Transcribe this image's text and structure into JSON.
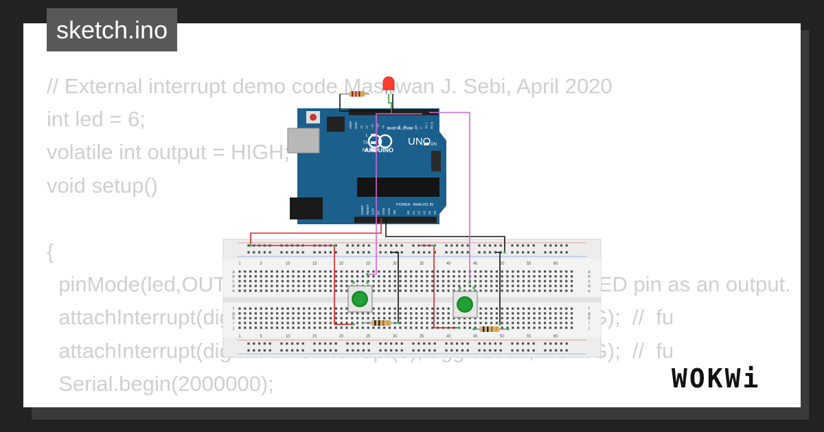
{
  "tab": {
    "title": "sketch.ino"
  },
  "code_lines": [
    "// External interrupt demo code Mashwan J. Sebi, April 2020",
    "int led = 6;",
    "volatile int output = HIGH;",
    "void setup()",
    "",
    "{",
    "  pinMode(led,OUTPUT);                                   // Declare LED pin as an output.",
    "  attachInterrupt(digitalPinToInterrupt(2),toggleLed1,RISING);  //  fu",
    "  attachInterrupt(digitalPinToInterrupt(3),toggleLed2,RISING);  //  fu",
    "  Serial.begin(2000000);",
    "}"
  ],
  "arduino": {
    "brand": "ARDUINO",
    "model": "UNO",
    "digital_label": "DIGITAL (PWM ~)",
    "power_label": "POWER",
    "analog_label": "ANALOG IN",
    "on_label": "ON",
    "led_labels": [
      "L",
      "TX",
      "RX"
    ],
    "top_pin_labels": [
      "AREF",
      "GND",
      "13",
      "12",
      "~11",
      "~10",
      "~9",
      "8",
      "7",
      "~6",
      "~5",
      "4",
      "~3",
      "2",
      "TX 1",
      "RX 0"
    ],
    "power_pin_labels": [
      "IOREF",
      "RESET",
      "3.3V",
      "5V",
      "GND",
      "GND",
      "Vin"
    ],
    "analog_pin_labels": [
      "A0",
      "A1",
      "A2",
      "A3",
      "A4",
      "A5"
    ]
  },
  "breadboard": {
    "column_numbers": [
      "1",
      "5",
      "10",
      "15",
      "20",
      "25",
      "30",
      "35",
      "40",
      "45",
      "50",
      "55",
      "60"
    ],
    "row_letters_top": [
      "a",
      "b",
      "c",
      "d",
      "e"
    ],
    "row_letters_bottom": [
      "f",
      "g",
      "h",
      "i",
      "j"
    ]
  },
  "logo": {
    "text": "WOKWi"
  },
  "colors": {
    "page_bg": "#222222",
    "tab_bg": "#585858",
    "code_text": "#d0d0d0",
    "arduino_blue": "#1b5f8c",
    "wire_red": "#e02020",
    "wire_black": "#111111",
    "wire_magenta": "#d864d8",
    "wire_green": "#2e9e3a",
    "button_green": "#1a8a2a",
    "led_red": "#ff3b2f"
  }
}
